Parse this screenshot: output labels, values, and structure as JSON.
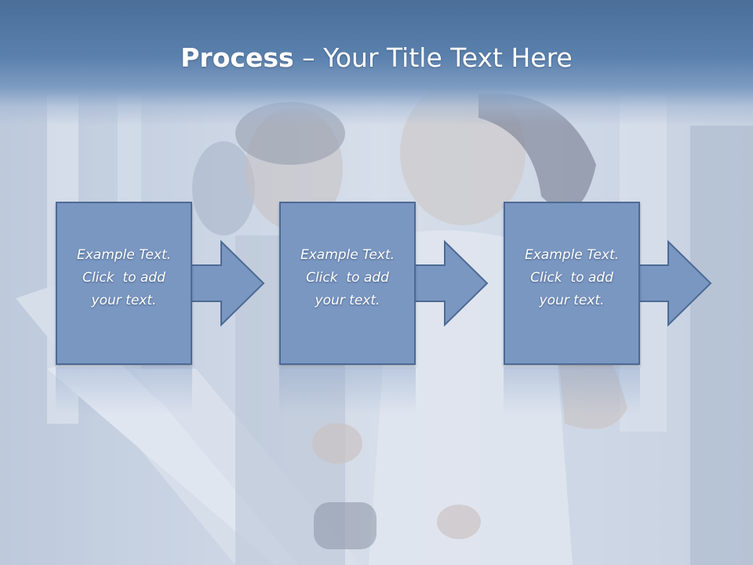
{
  "slide": {
    "title_bold": "Process",
    "title_rest": " – Your Title Text Here"
  },
  "steps": [
    {
      "line1": "Example Text.",
      "line2": "Click  to add",
      "line3": "your text."
    },
    {
      "line1": "Example Text.",
      "line2": "Click  to add",
      "line3": "your text."
    },
    {
      "line1": "Example Text.",
      "line2": "Click  to add",
      "line3": "your text."
    }
  ],
  "colors": {
    "title_band": "#5a80ad",
    "box_fill": "#7a97c2",
    "box_border": "#4d6a93",
    "text": "#ffffff"
  }
}
